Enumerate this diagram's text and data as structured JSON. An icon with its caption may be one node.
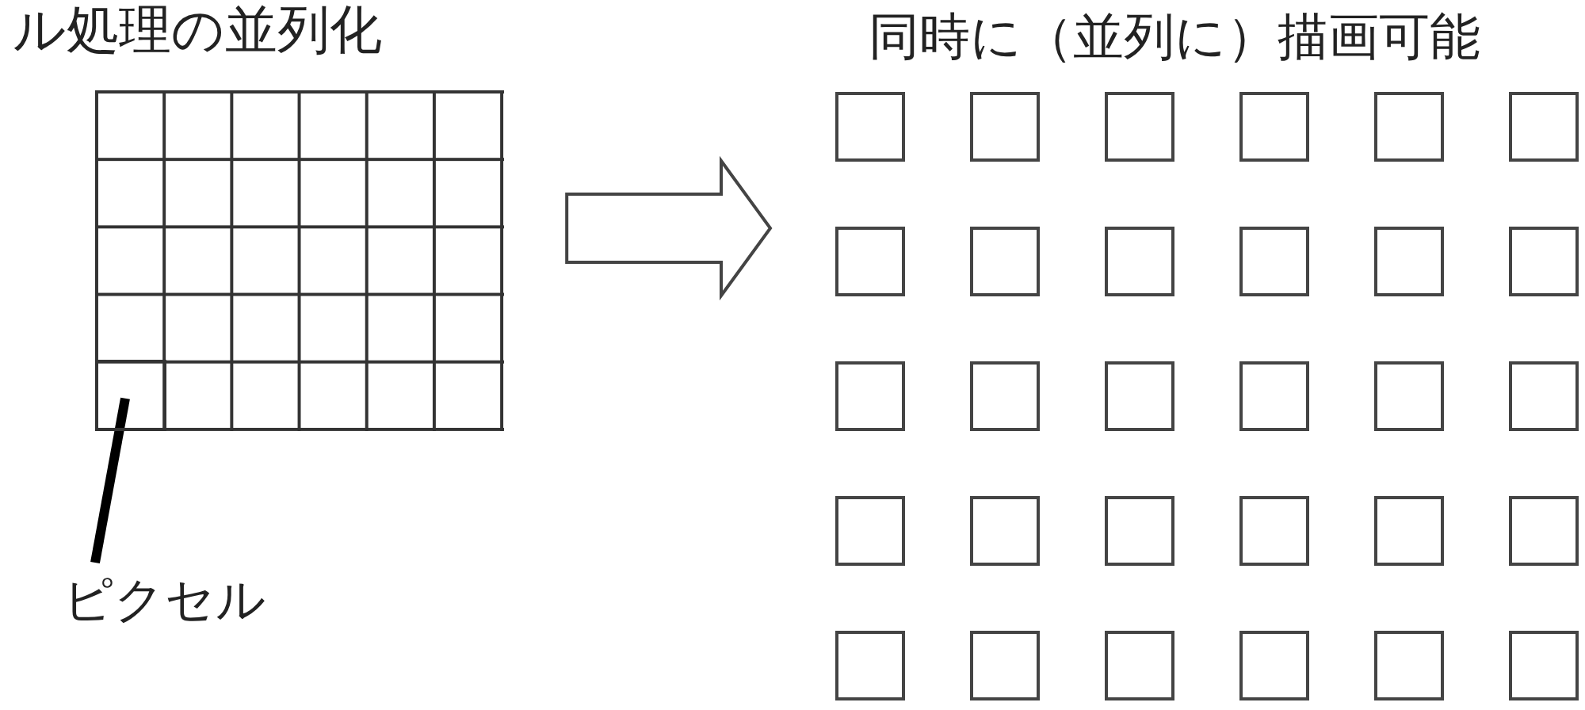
{
  "diagram": {
    "title": "ル処理の並列化",
    "nodes": [
      {
        "text": [],
        "shape": "grid"
      },
      {
        "text": [],
        "shape": "box",
        "in": 0
      },
      {
        "text": [
          "ピクセル"
        ]
      },
      {
        "text": [
          "同時に（並列に）描画可能"
        ]
      }
    ],
    "edges": [
      {
        "from": 0,
        "to": 3,
        "arrow": "to"
      },
      {
        "from": 2,
        "to": 1,
        "arrow": "none"
      }
    ]
  }
}
